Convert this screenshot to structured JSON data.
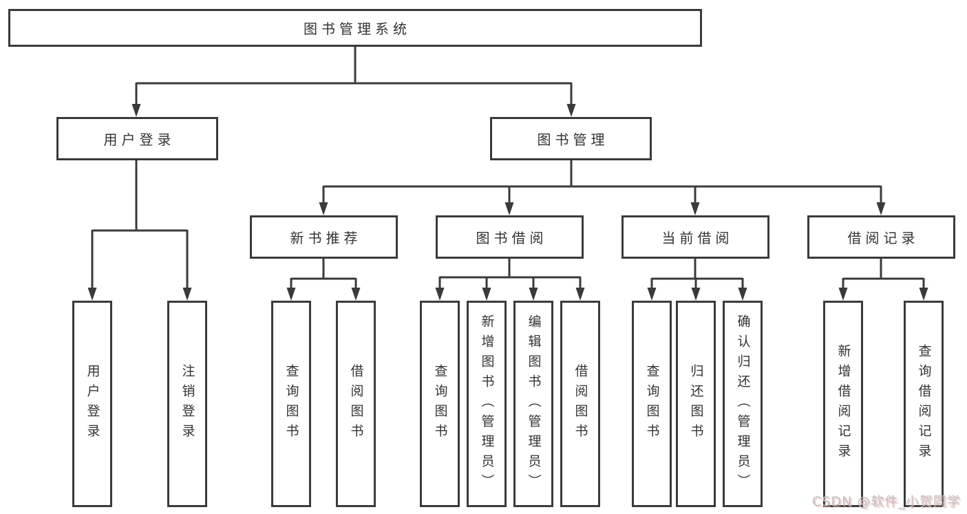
{
  "diagram_type": "hierarchy-tree",
  "colors": {
    "line": "#3a3a3a",
    "box_border": "#3a3a3a",
    "box_fill": "#ffffff",
    "text": "#333333",
    "background": "#ffffff",
    "watermark_text": "#bfbfbf",
    "watermark_shadow": "#eba5a5"
  },
  "tree": {
    "label": "图书管理系统",
    "children": [
      {
        "label": "用户登录",
        "children": [
          {
            "label": "用户登录"
          },
          {
            "label": "注销登录"
          }
        ]
      },
      {
        "label": "图书管理",
        "children": [
          {
            "label": "新书推荐",
            "children": [
              {
                "label": "查询图书"
              },
              {
                "label": "借阅图书"
              }
            ]
          },
          {
            "label": "图书借阅",
            "children": [
              {
                "label": "查询图书"
              },
              {
                "label": "新增图书（管理员）"
              },
              {
                "label": "编辑图书（管理员）"
              },
              {
                "label": "借阅图书"
              }
            ]
          },
          {
            "label": "当前借阅",
            "children": [
              {
                "label": "查询图书"
              },
              {
                "label": "归还图书"
              },
              {
                "label": "确认归还（管理员）"
              }
            ]
          },
          {
            "label": "借阅记录",
            "children": [
              {
                "label": "新增借阅记录"
              },
              {
                "label": "查询借阅记录"
              }
            ]
          }
        ]
      }
    ]
  },
  "watermark": {
    "text": "CSDN @软件_小贺同学"
  }
}
